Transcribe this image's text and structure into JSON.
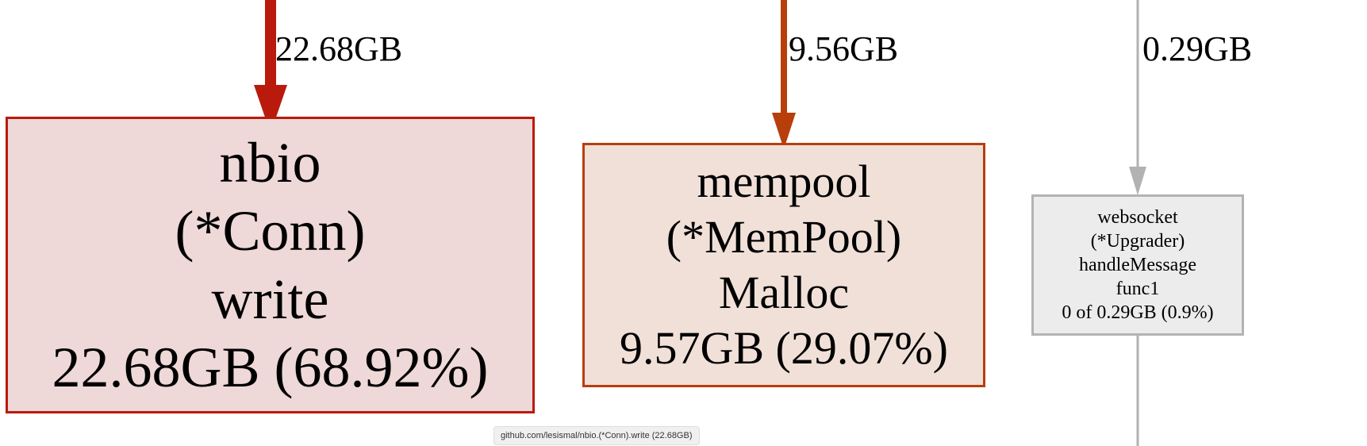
{
  "colors": {
    "hot_edge": "#b91a0b",
    "warm_edge": "#b83e0c",
    "cold_edge": "#b2b2b2",
    "nbio_fill": "#eed8d8",
    "mempool_fill": "#f0e0d8",
    "websocket_fill": "#ececec"
  },
  "edges": [
    {
      "label": "22.68GB"
    },
    {
      "label": "9.56GB"
    },
    {
      "label": "0.29GB"
    }
  ],
  "nodes": {
    "nbio": {
      "lines": [
        "nbio",
        "(*Conn)",
        "write",
        "22.68GB (68.92%)"
      ]
    },
    "mempool": {
      "lines": [
        "mempool",
        "(*MemPool)",
        "Malloc",
        "9.57GB (29.07%)"
      ]
    },
    "websocket": {
      "lines": [
        "websocket",
        "(*Upgrader)",
        "handleMessage",
        "func1",
        "0 of 0.29GB (0.9%)"
      ]
    }
  },
  "tooltip": {
    "text": "github.com/lesismal/nbio.(*Conn).write (22.68GB)"
  }
}
